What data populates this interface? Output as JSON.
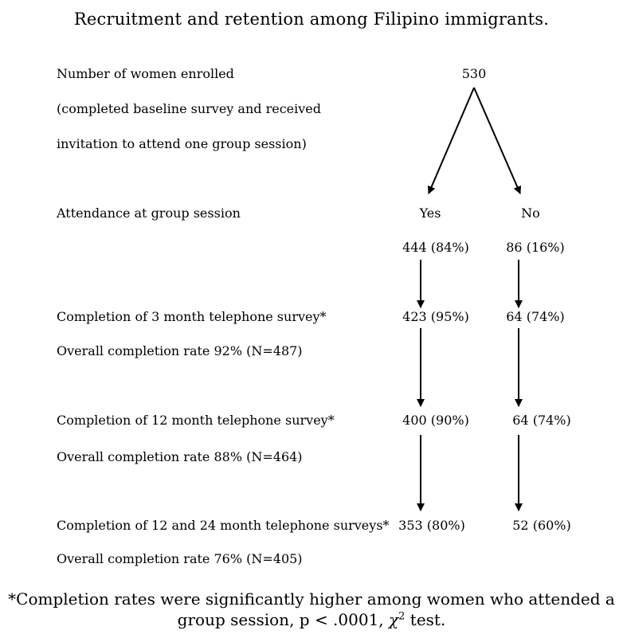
{
  "title": "Recruitment and retention among Filipino immigrants.",
  "enrolled": {
    "line1": "Number of women enrolled",
    "line2": "(completed baseline survey and received",
    "line3": "invitation to attend one group session)",
    "value": "530"
  },
  "attendance": {
    "label": "Attendance at group session",
    "yes_label": "Yes",
    "no_label": "No",
    "yes_value": "444 (84%)",
    "no_value": "86 (16%)"
  },
  "month3": {
    "label": "Completion of 3 month telephone survey*",
    "overall": "Overall completion rate 92% (N=487)",
    "yes_value": "423 (95%)",
    "no_value": "64 (74%)"
  },
  "month12": {
    "label": "Completion of 12 month telephone survey*",
    "overall": "Overall completion rate 88%  (N=464)",
    "yes_value": "400 (90%)",
    "no_value": "64 (74%)"
  },
  "month24": {
    "label": "Completion of 12 and 24 month telephone surveys*",
    "overall": "Overall completion rate 76% (N=405)",
    "yes_value": "353 (80%)",
    "no_value": "52 (60%)"
  },
  "footnote": {
    "line1": "*Completion rates were significantly higher among women who attended a",
    "line2_prefix": "group session, p < .0001, ",
    "chi": "χ",
    "sup": "2",
    "line2_suffix": " test."
  }
}
